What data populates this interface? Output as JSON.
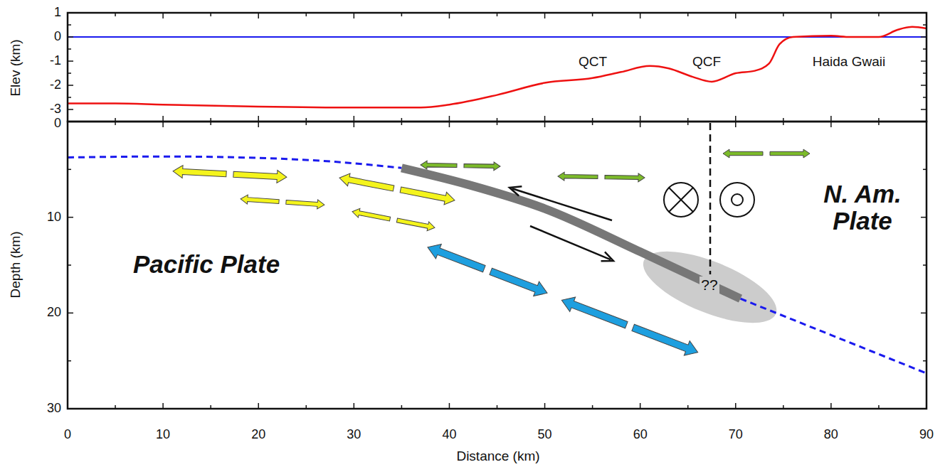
{
  "diagram": {
    "labels": [
      "Elev (km)",
      "1",
      "0",
      "-1",
      "-2",
      "-3",
      "0",
      "10",
      "20",
      "30",
      "Depth (km)",
      "0",
      "10",
      "20",
      "30",
      "40",
      "50",
      "60",
      "70",
      "80",
      "90",
      "Distance (km)",
      "QCT",
      "QCF",
      "Haida Gwaii",
      "Pacific Plate",
      "N. Am. Plate",
      "??"
    ]
  }
}
